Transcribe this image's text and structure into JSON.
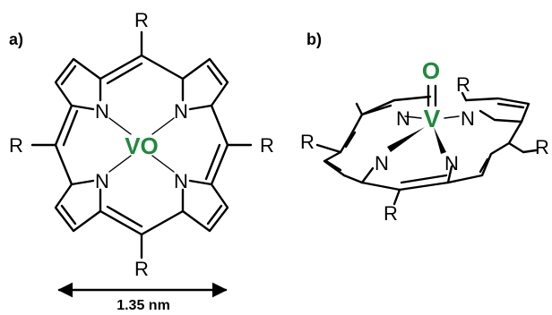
{
  "figure": {
    "panel_a_label": "a)",
    "panel_b_label": "b)",
    "substituent": "R",
    "nitrogen": "N",
    "metal_center_a": "VO",
    "metal_b": "V",
    "oxygen_b": "O",
    "scale_label": "1.35 nm"
  },
  "colors": {
    "metal": "#1f8a3c",
    "bonds": "#000000"
  }
}
